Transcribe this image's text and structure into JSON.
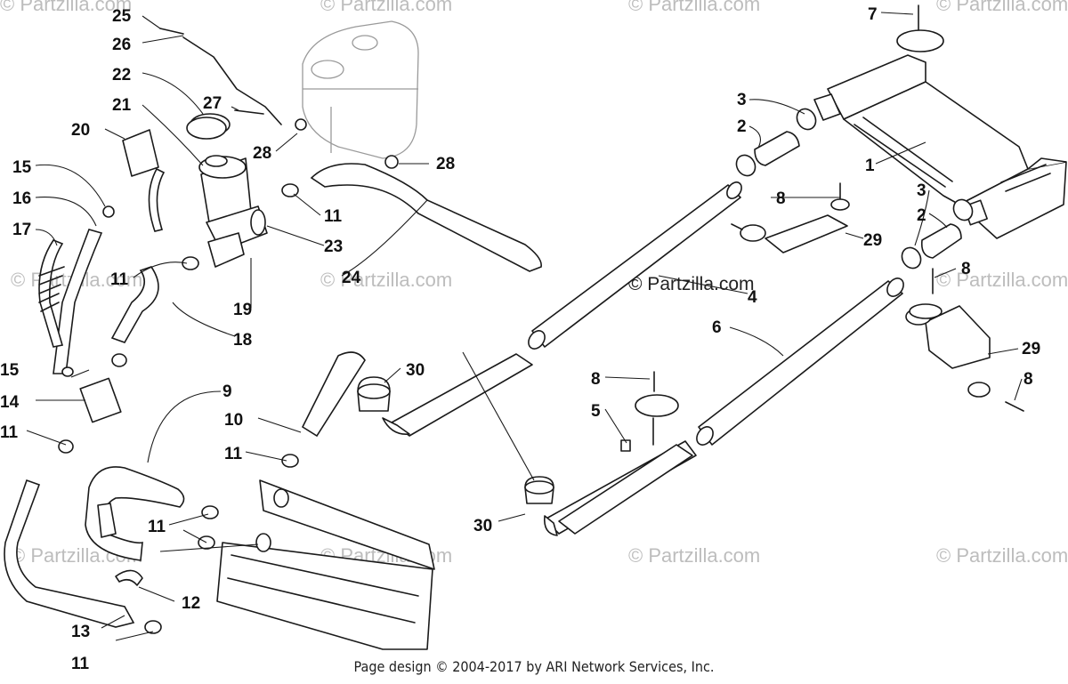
{
  "diagram": {
    "callouts": [
      "1",
      "2",
      "3",
      "4",
      "5",
      "6",
      "7",
      "8",
      "9",
      "10",
      "11",
      "12",
      "13",
      "14",
      "15",
      "16",
      "17",
      "18",
      "19",
      "20",
      "21",
      "22",
      "23",
      "24",
      "25",
      "26",
      "27",
      "28",
      "29",
      "30"
    ],
    "watermark_main": "© Partzilla.com",
    "watermark_repeat": "© Partzilla.com",
    "footer": "Page design © 2004-2017 by ARI Network Services, Inc."
  }
}
